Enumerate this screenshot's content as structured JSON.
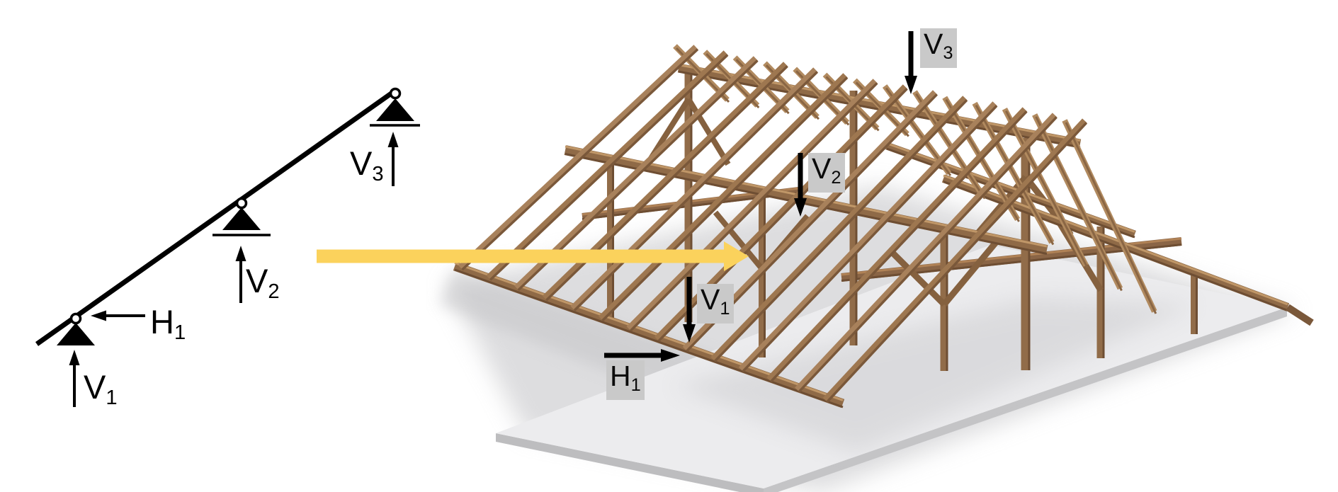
{
  "figure": {
    "description_left": "static-scheme-of-inclined-beam-with-three-supports",
    "description_right": "timber-purlin-roof-3d-render-with-reaction-forces"
  },
  "left": {
    "v1": {
      "base": "V",
      "sub": "1"
    },
    "h1": {
      "base": "H",
      "sub": "1"
    },
    "v2": {
      "base": "V",
      "sub": "2"
    },
    "v3": {
      "base": "V",
      "sub": "3"
    }
  },
  "render": {
    "v3": {
      "base": "V",
      "sub": "3"
    },
    "v2": {
      "base": "V",
      "sub": "2"
    },
    "v1": {
      "base": "V",
      "sub": "1"
    },
    "h1": {
      "base": "H",
      "sub": "1"
    }
  },
  "colors": {
    "force_arrow": "#000000",
    "highlight_arrow": "#FBD25C",
    "label_bg": "#C9C9C9",
    "timber": "#A57E56",
    "timber_dark": "#7A583A",
    "timber_light": "#BD9468",
    "slab_top": "#ECECEE",
    "slab_side": "#C4C4C6",
    "ground_shadow": "#CBCBCE",
    "background": "#FFFFFF"
  }
}
